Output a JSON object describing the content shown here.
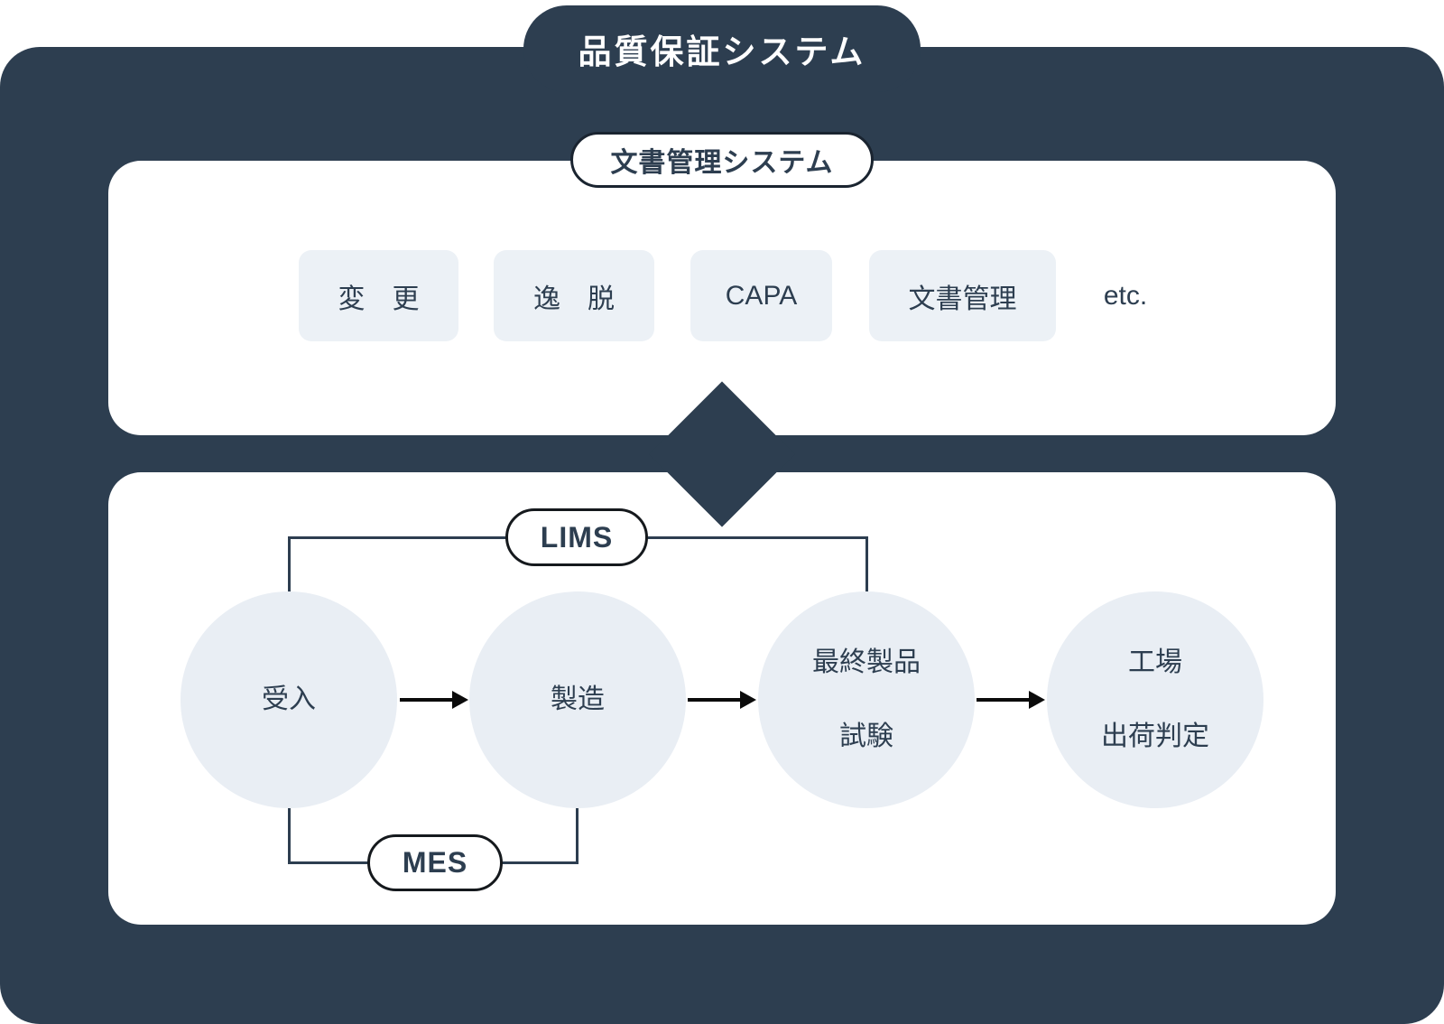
{
  "colors": {
    "dark_navy": "#2d3e50",
    "panel_white": "#ffffff",
    "item_fill": "#ecf1f6",
    "circle_fill": "#e9eef4",
    "arrow_black": "#0b0b0b",
    "pill_border": "#15191d"
  },
  "title": {
    "label": "品質保証システム"
  },
  "document_system": {
    "label": "文書管理システム",
    "items": [
      {
        "label": "変　更"
      },
      {
        "label": "逸　脱"
      },
      {
        "label": "CAPA"
      },
      {
        "label": "文書管理"
      }
    ],
    "etc_label": "etc."
  },
  "process_flow": {
    "lims_label": "LIMS",
    "mes_label": "MES",
    "steps": [
      {
        "line1": "受入",
        "line2": ""
      },
      {
        "line1": "製造",
        "line2": ""
      },
      {
        "line1": "最終製品",
        "line2": "試験"
      },
      {
        "line1": "工場",
        "line2": "出荷判定"
      }
    ]
  }
}
